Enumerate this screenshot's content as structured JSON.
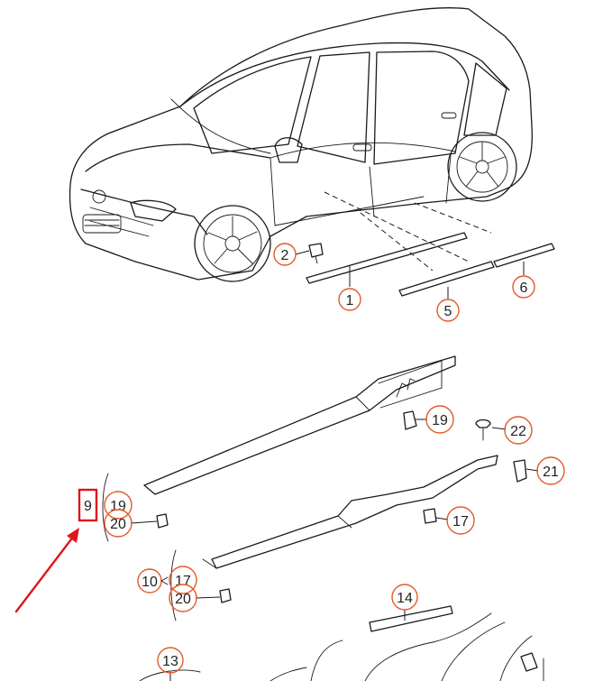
{
  "callouts": {
    "c1": "1",
    "c2": "2",
    "c5": "5",
    "c6": "6",
    "c9": "9",
    "c10": "10",
    "c13": "13",
    "c14": "14",
    "c17a": "17",
    "c17b": "17",
    "c19a": "19",
    "c19b": "19",
    "c20a": "20",
    "c20b": "20",
    "c21": "21",
    "c22": "22"
  },
  "colors": {
    "circle": "#e35a2a",
    "highlight_box": "#e0141e",
    "arrow": "#e0141e",
    "ink": "#1a1a1a"
  },
  "icons": [
    "car-icon",
    "clip-icon",
    "trim-strip-icon",
    "sill-panel-icon",
    "arrow-icon"
  ]
}
